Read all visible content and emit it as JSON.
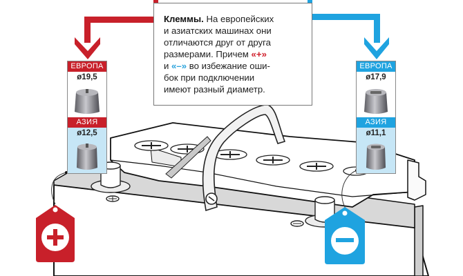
{
  "callout": {
    "title": "Клеммы.",
    "lines": [
      "На европейских",
      "и азиатских машинах они",
      "отличаются друг от друга",
      "размерами. Причем",
      "во избежание оши-",
      "бок при подключении",
      "имеют разный диаметр."
    ],
    "plus_quote": "«+»",
    "and_word": "и",
    "minus_quote": "«–»"
  },
  "positive_terminal": {
    "color": "#c8202a",
    "europe": {
      "label": "ЕВРОПА",
      "diameter": "ø19,5"
    },
    "asia": {
      "label": "АЗИЯ",
      "diameter": "ø12,5"
    },
    "tag_icon": "plus-icon"
  },
  "negative_terminal": {
    "color": "#1fa3e0",
    "europe": {
      "label": "ЕВРОПА",
      "diameter": "ø17,9"
    },
    "asia": {
      "label": "АЗИЯ",
      "diameter": "ø11,1"
    },
    "tag_icon": "minus-icon"
  }
}
